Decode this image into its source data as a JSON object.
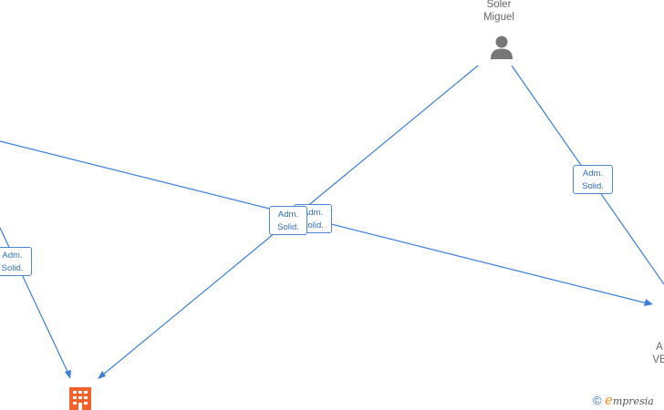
{
  "nodes": {
    "person": {
      "line1": "Soler",
      "line2": "Miguel",
      "icon": "person-icon"
    },
    "right_company": {
      "line1": "A",
      "line2": "VE"
    },
    "bottom_company": {
      "icon": "building-icon",
      "color": "#f4622c"
    }
  },
  "edges": [
    {
      "line1": "Adm.",
      "line2": "Solid."
    },
    {
      "line1": "Adm.",
      "line2": "Solid."
    },
    {
      "line1": "Adm.",
      "line2": "Solid."
    },
    {
      "line1": "Adm.",
      "line2": "Solid."
    }
  ],
  "colors": {
    "edge": "#3b7fd4",
    "label_text": "#2f6fc2",
    "node_text": "#666666",
    "person_icon": "#777777"
  },
  "watermark": {
    "copyright": "©",
    "brand_initial": "e",
    "brand_rest": "mpresia"
  }
}
